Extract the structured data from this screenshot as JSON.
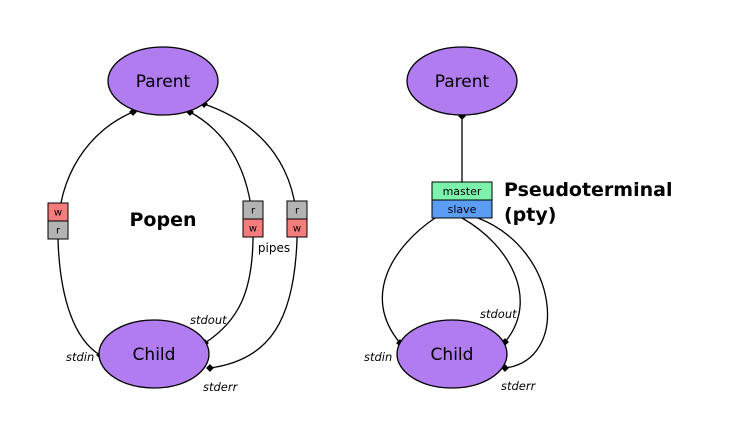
{
  "colors": {
    "node_fill": "#b07cf0",
    "node_stroke": "#000000",
    "pipe_write": "#f47c7c",
    "pipe_read": "#b3b3b3",
    "master": "#7df2ad",
    "slave": "#5b9cf5"
  },
  "popen": {
    "title": "Popen",
    "parent": "Parent",
    "child": "Child",
    "pipes_label": "pipes",
    "stdin_pipe": {
      "top": "w",
      "bottom": "r"
    },
    "stdout_pipe": {
      "top": "r",
      "bottom": "w"
    },
    "stderr_pipe": {
      "top": "r",
      "bottom": "w"
    },
    "stdin": "stdin",
    "stdout": "stdout",
    "stderr": "stderr"
  },
  "pty": {
    "title_line1": "Pseudoterminal",
    "title_line2": "(pty)",
    "parent": "Parent",
    "child": "Child",
    "master": "master",
    "slave": "slave",
    "stdin": "stdin",
    "stdout": "stdout",
    "stderr": "stderr"
  }
}
